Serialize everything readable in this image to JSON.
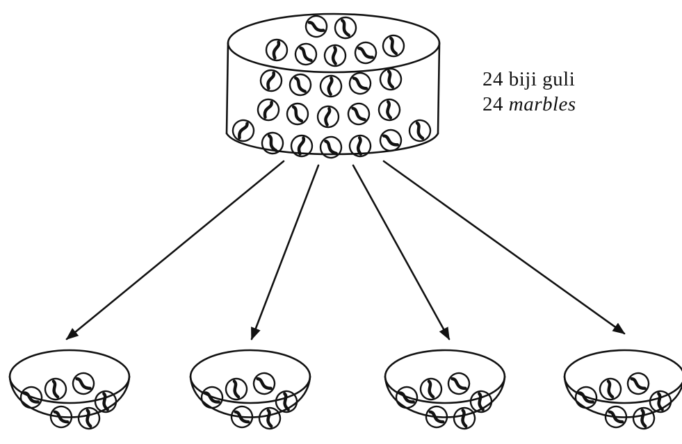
{
  "caption": {
    "line1": "24 biji guli",
    "line2_number": "24",
    "line2_word": "marbles"
  },
  "diagram": {
    "source_container": "container",
    "source_marble_count": 24,
    "target_bowl_count": 4,
    "marbles_per_bowl_shown": 6,
    "ink_color": "#111111"
  }
}
